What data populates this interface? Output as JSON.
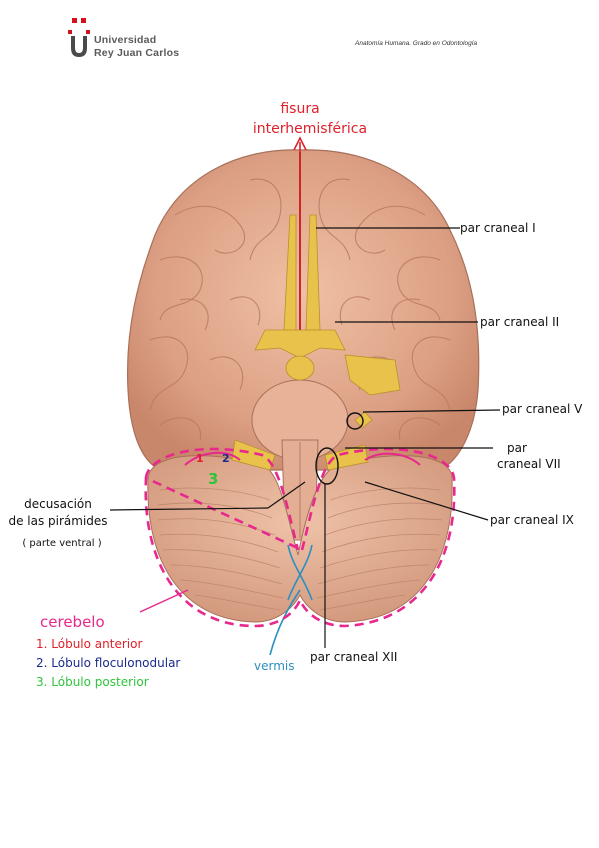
{
  "header": {
    "university_line1": "Universidad",
    "university_line2": "Rey Juan Carlos",
    "course": "Anatomía Humana. Grado en Odontología"
  },
  "labels": {
    "fisura_line1": "fisura",
    "fisura_line2": "interhemisférica",
    "par_I": "par craneal I",
    "par_II": "par craneal II",
    "par_V": "par craneal V",
    "par_VII_line1": "par",
    "par_VII_line2": "craneal VII",
    "par_IX": "par craneal IX",
    "par_XII": "par craneal XII",
    "decusacion_line1": "decusación",
    "decusacion_line2": "de las pirámides",
    "decusacion_line3": "( parte ventral )",
    "vermis": "vermis",
    "num_1": "1",
    "num_2": "2",
    "num_3": "3"
  },
  "legend": {
    "title": "cerebelo",
    "items": [
      {
        "text": "1. Lóbulo anterior",
        "color": "#e0202a"
      },
      {
        "text": "2. Lóbulo floculonodular",
        "color": "#1a2a8c"
      },
      {
        "text": "3. Lóbulo posterior",
        "color": "#2fc43a"
      }
    ]
  },
  "colors": {
    "red": "#e0202a",
    "blue": "#1a2a8c",
    "green": "#2fc43a",
    "pink": "#e8288c",
    "teal": "#2a8fc0",
    "black": "#111111",
    "brain": "#e2a888",
    "nerve": "#e8c24a"
  }
}
